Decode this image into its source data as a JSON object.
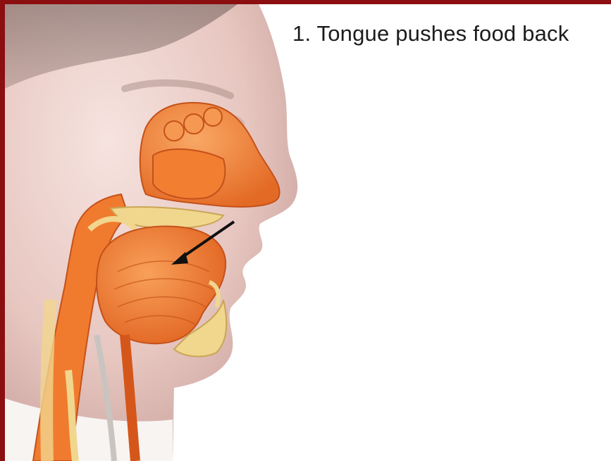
{
  "caption": "1. Tongue pushes food back",
  "colors": {
    "border": "#8b0f10",
    "background": "#ffffff",
    "tissue": "#f07b2e",
    "tissue_dark": "#d5561a",
    "skin": "#e6c2bd",
    "bone": "#f1d68e",
    "arrow": "#111111"
  },
  "icons": [
    "head-silhouette",
    "nasal-cavity",
    "tongue-muscle",
    "directional-arrow",
    "trachea",
    "esophagus",
    "spine"
  ]
}
